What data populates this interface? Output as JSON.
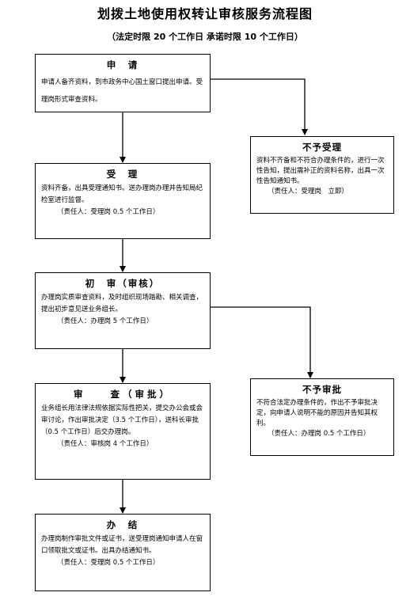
{
  "header": {
    "title": "划拨土地使用权转让审核服务流程图",
    "subtitle": "（法定时限 20 个工作日    承诺时限 10 个工作日）"
  },
  "steps": [
    {
      "title": "申　请",
      "body": "申请人备齐资料，到市政务中心国土窗口提出申请。受理岗形式审查资料。",
      "resp": ""
    },
    {
      "title": "受　理",
      "body": "资料齐备，出具受理通知书。送办理岗办理并告知局纪检室进行监督。",
      "resp": "（责任人：受理岗 0.5 个工作日）"
    },
    {
      "title": "初　审（审核）",
      "body": "办理岗实质审查资料，及时组织现场踏勘、相关调查，提出初步意见送业务组长。",
      "resp": "（责任人：办理岗 5 个工作日）"
    },
    {
      "title": "审　　查（审批）",
      "body": "业务组长用法律法规依据实际性把关，提交办公会或会审讨论，作出审批决定（3.5 个工作日），送科长审批（0.5 个工作日）后交办理岗。",
      "resp": "（责任人：审核岗 4 个工作日）"
    },
    {
      "title": "办　结",
      "body": "办理岗制作审批文件或证书，送受理岗通知申请人在窗口领取批文或证书。出具办结通知书。",
      "resp": "（责任人：受理岗 0.5 个工作日）"
    }
  ],
  "side_boxes": [
    {
      "title": "不予受理",
      "body": "资料不齐备和不符合办理条件的，进行一次性告知，提出需补正的资料名称，出具一次性告知通知书。",
      "resp": "（责任人：受理岗　立即）"
    },
    {
      "title": "不予审批",
      "body": "不符合法定办理条件的，作出不予审批决定，向申请人说明不能的原因并告知其权利。",
      "resp": "（责任人：办理岗 0.5 个工作日）"
    }
  ]
}
